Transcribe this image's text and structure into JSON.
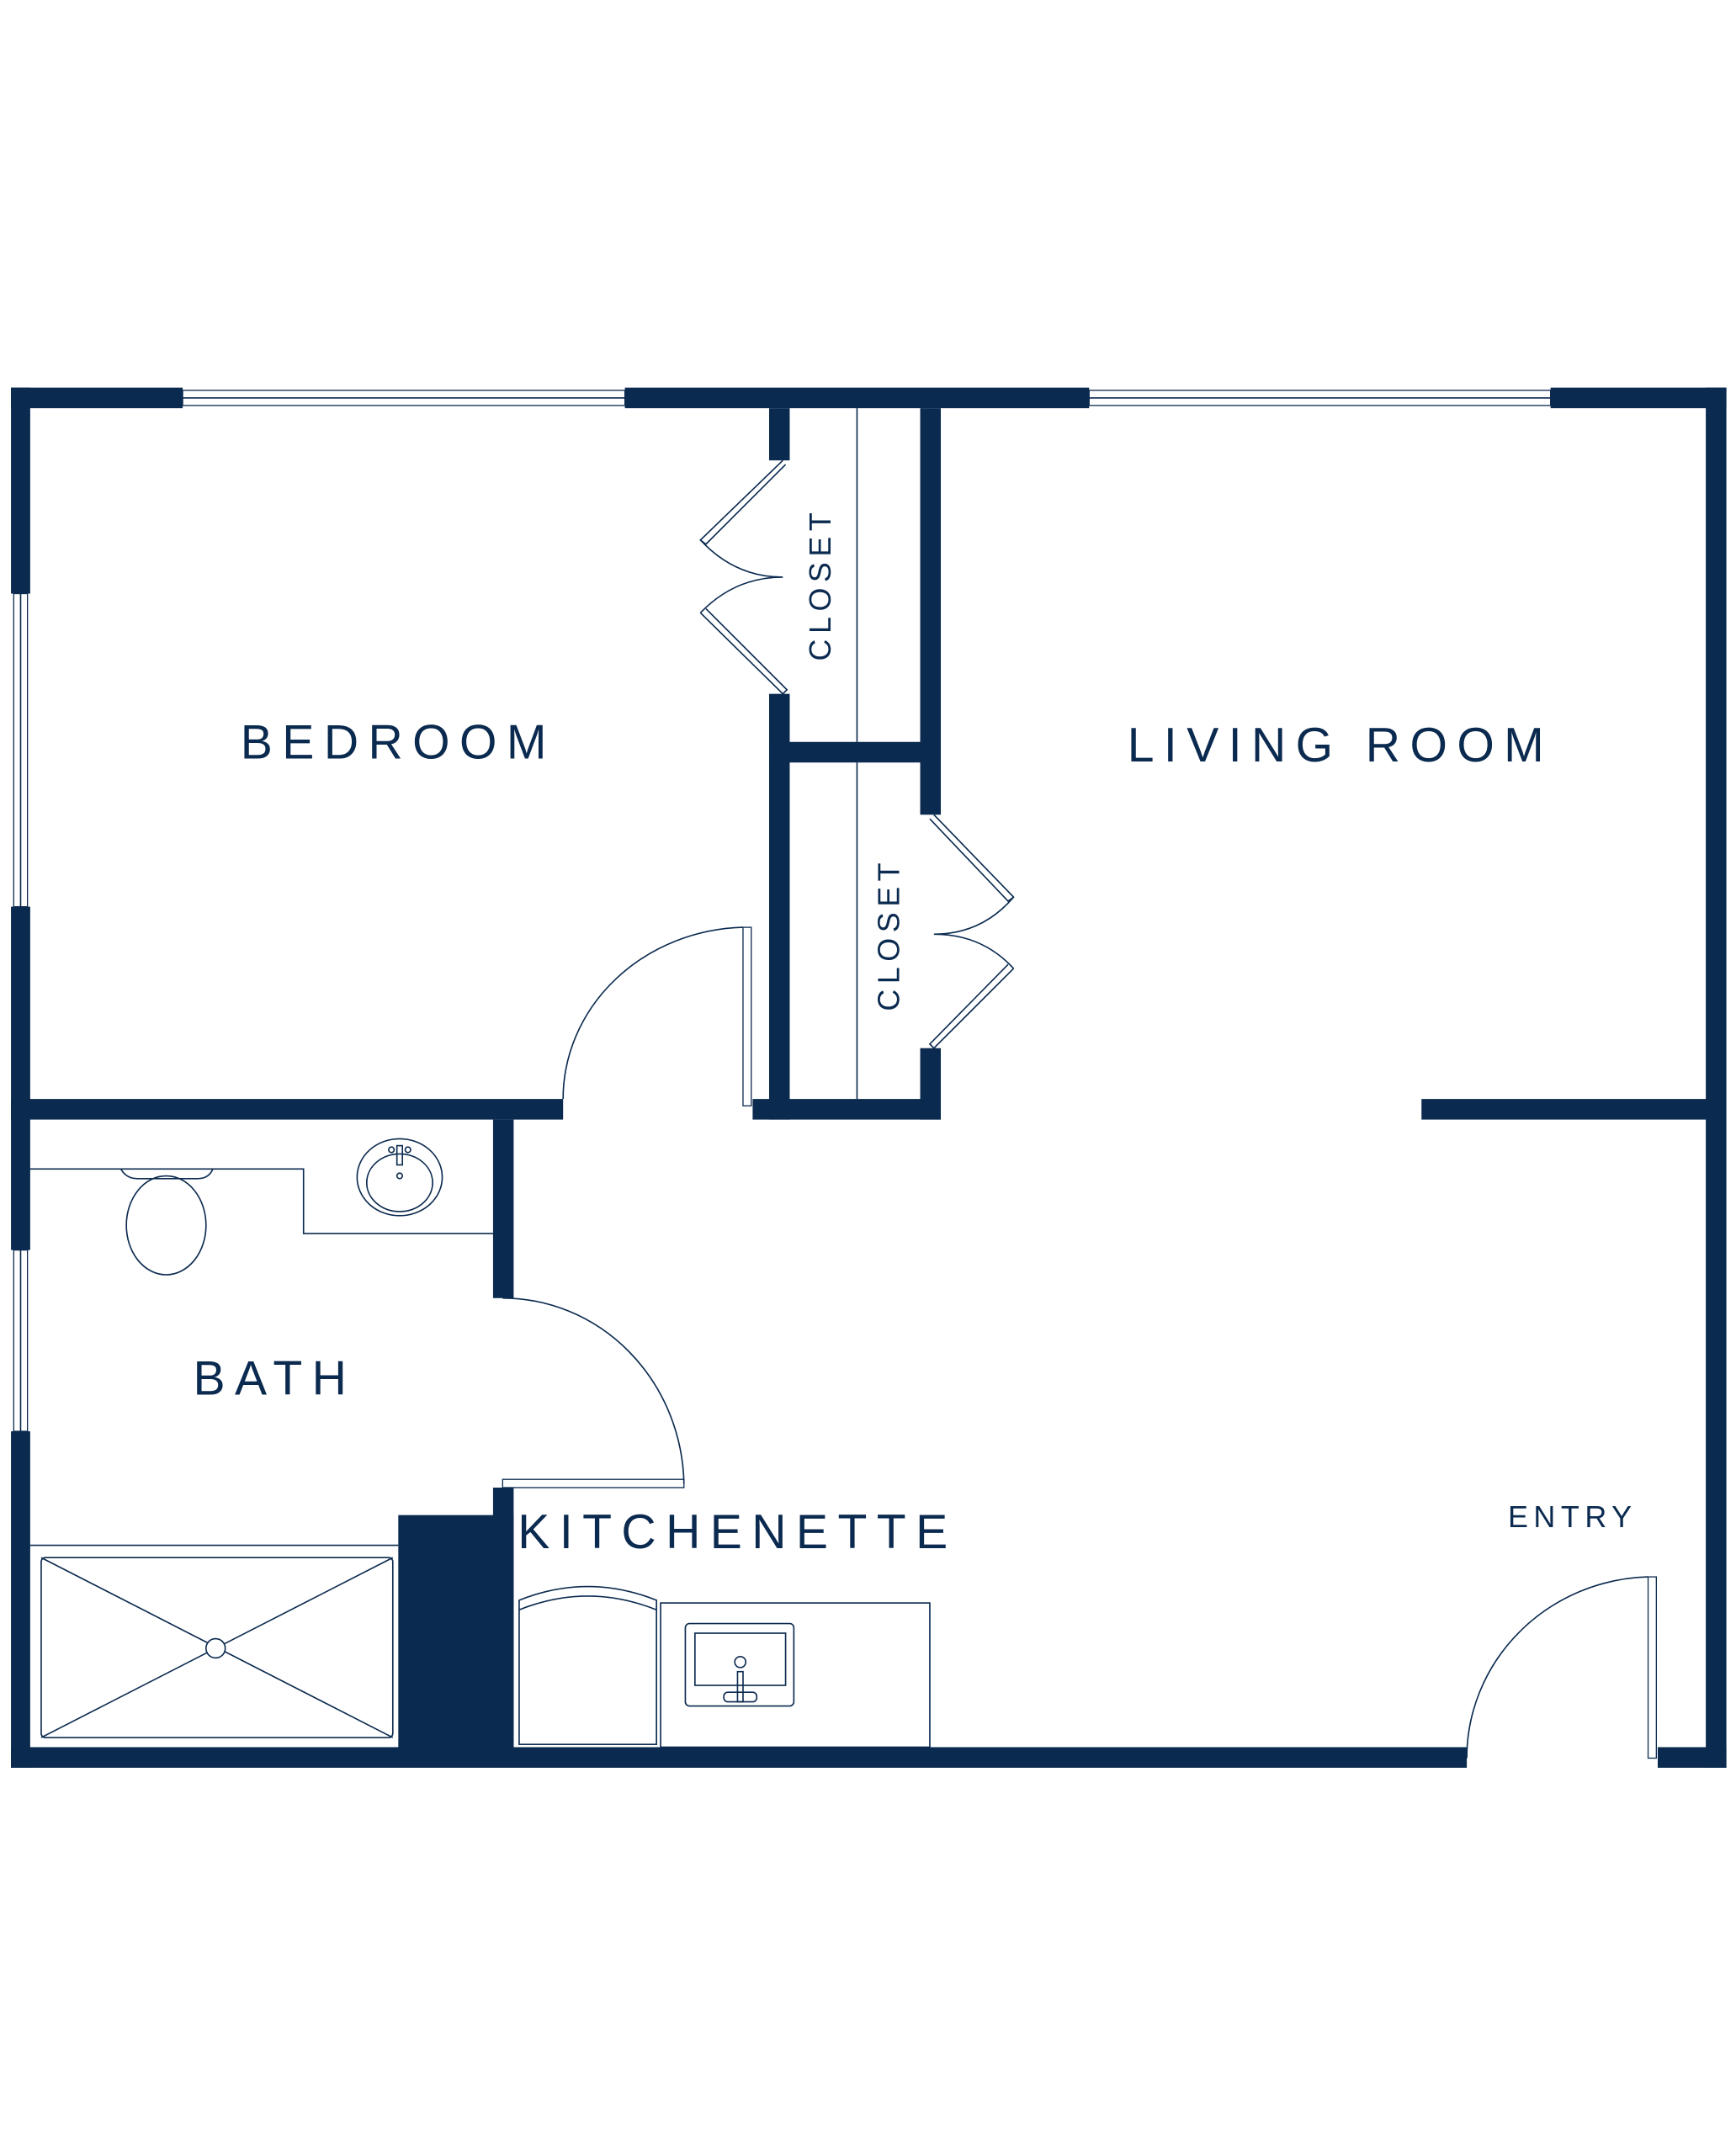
{
  "colors": {
    "wall": "#0b2a4f",
    "background": "#ffffff"
  },
  "rooms": {
    "bedroom": "BEDROOM",
    "living_room": "LIVING ROOM",
    "closet_1": "CLOSET",
    "closet_2": "CLOSET",
    "bath": "BATH",
    "kitchenette": "KITCHENETTE",
    "entry": "ENTRY"
  }
}
